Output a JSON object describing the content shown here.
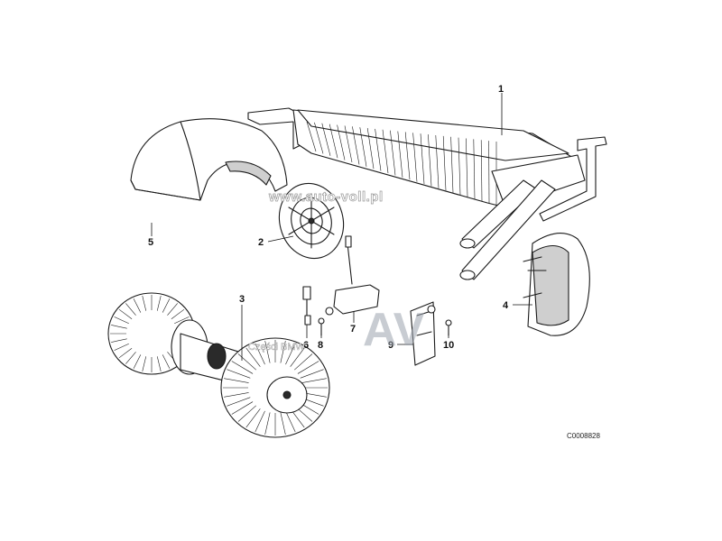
{
  "callouts": [
    {
      "id": "1",
      "label": "1"
    },
    {
      "id": "2",
      "label": "2"
    },
    {
      "id": "3",
      "label": "3"
    },
    {
      "id": "4",
      "label": "4"
    },
    {
      "id": "5",
      "label": "5"
    },
    {
      "id": "6",
      "label": "6"
    },
    {
      "id": "7",
      "label": "7"
    },
    {
      "id": "8",
      "label": "8"
    },
    {
      "id": "9",
      "label": "9"
    },
    {
      "id": "10",
      "label": "10"
    }
  ],
  "watermarks": {
    "site": "www.auto-voll.pl",
    "logo": "AV",
    "tagline": "Części BMW"
  },
  "drawing_code": "C0008828",
  "colors": {
    "ink": "#1a1a1a",
    "watermark": "#9aa3ad",
    "background": "#ffffff"
  }
}
